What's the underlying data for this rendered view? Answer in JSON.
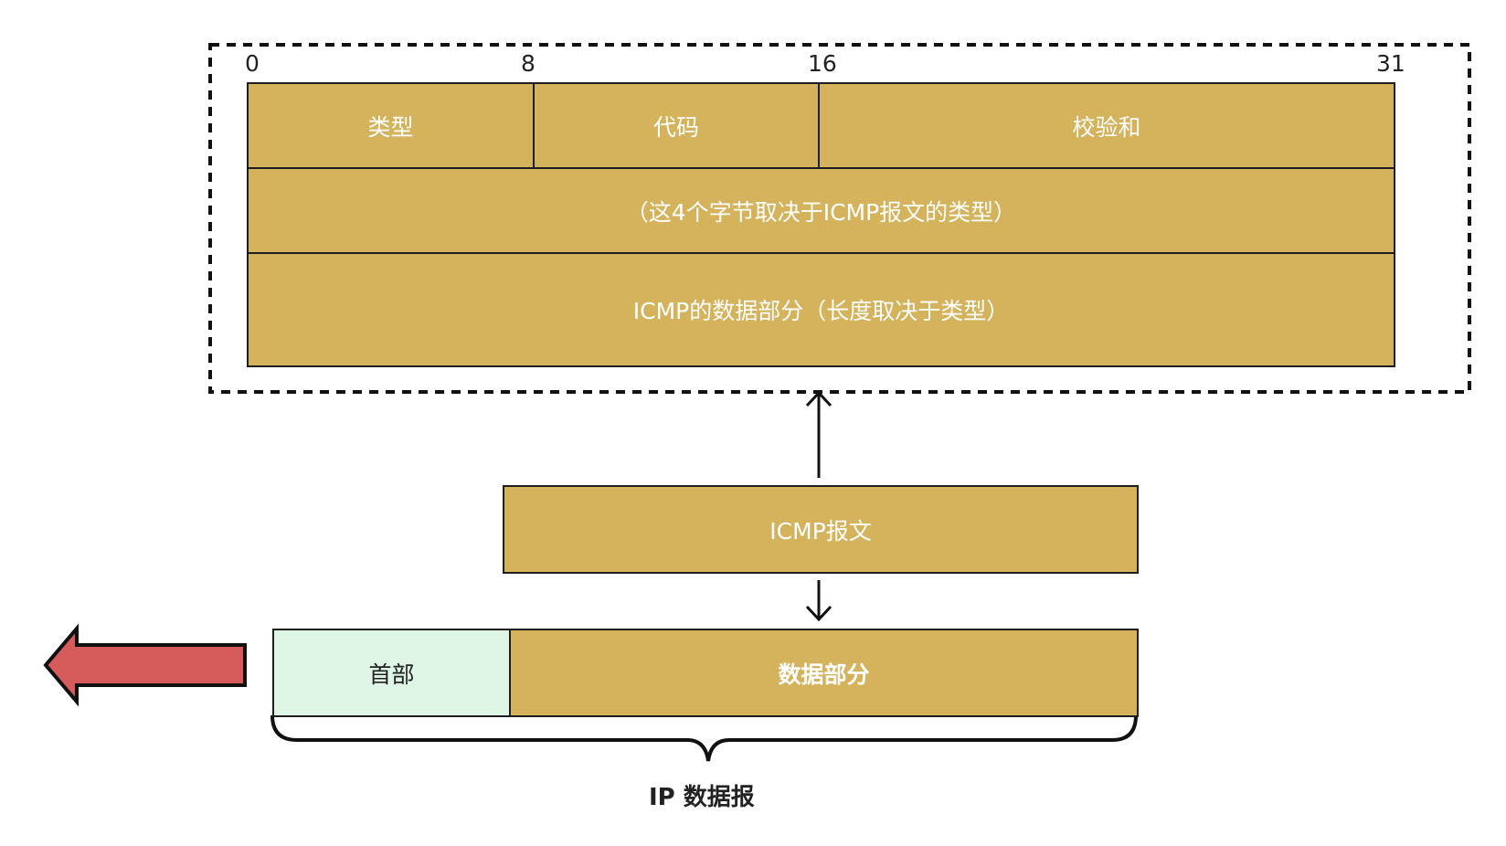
{
  "icmp_format": {
    "bit_markers": [
      "0",
      "8",
      "16",
      "31"
    ],
    "row1": {
      "type": "类型",
      "code": "代码",
      "checksum": "校验和"
    },
    "row2": "（这4个字节取决于ICMP报文的类型）",
    "row3": "ICMP的数据部分（长度取决于类型）"
  },
  "icmp_message": {
    "label": "ICMP报文"
  },
  "ip_datagram": {
    "header": "首部",
    "data": "数据部分",
    "caption": "IP  数据报"
  },
  "colors": {
    "field": "#d4b35c",
    "header": "#dff5e6",
    "arrow": "#d65c5c",
    "border": "#1e1e1e"
  }
}
